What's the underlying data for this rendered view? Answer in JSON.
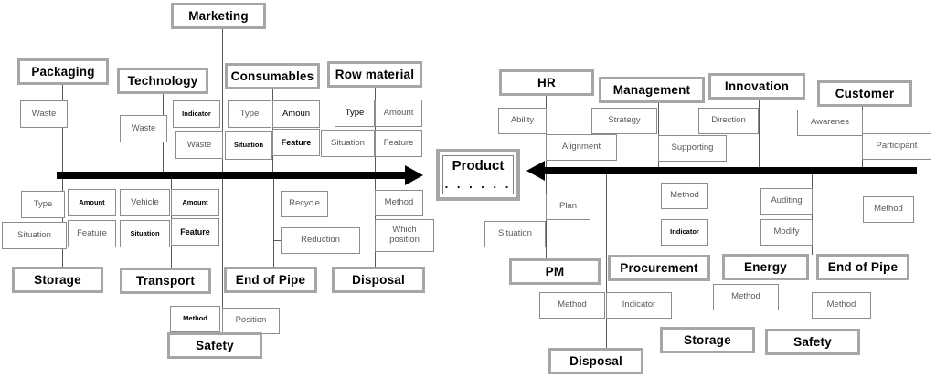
{
  "diagram": {
    "type": "fishbone-ishikawa",
    "center": {
      "title": "Product",
      "dots": ". . . . . ."
    },
    "left_half": {
      "spine_direction": "right",
      "top_categories": [
        {
          "name": "Packaging",
          "label": "Packaging",
          "subs": [
            {
              "label": "Waste"
            }
          ]
        },
        {
          "name": "Technology",
          "label": "Technology",
          "subs": [
            {
              "label": "Waste"
            }
          ]
        },
        {
          "name": "Marketing",
          "label": "Marketing",
          "subs": [
            {
              "label": "Indicator"
            },
            {
              "label": "Waste"
            }
          ]
        },
        {
          "name": "Consumables",
          "label": "Consumables",
          "subs": [
            {
              "label": "Type"
            },
            {
              "label": "Amoun"
            },
            {
              "label": "Situation"
            },
            {
              "label": "Feature"
            }
          ]
        },
        {
          "name": "Row material",
          "label": "Row material",
          "subs": [
            {
              "label": "Type"
            },
            {
              "label": "Amount"
            },
            {
              "label": "Situation"
            },
            {
              "label": "Feature"
            }
          ]
        }
      ],
      "bottom_categories": [
        {
          "name": "Storage",
          "label": "Storage",
          "subs": [
            {
              "label": "Type"
            },
            {
              "label": "Amount"
            },
            {
              "label": "Situation"
            },
            {
              "label": "Feature"
            }
          ]
        },
        {
          "name": "Transport",
          "label": "Transport",
          "subs": [
            {
              "label": "Vehicle"
            },
            {
              "label": "Amount"
            },
            {
              "label": "Situation"
            },
            {
              "label": "Feature"
            }
          ]
        },
        {
          "name": "End of Pipe",
          "label": "End of Pipe",
          "subs": [
            {
              "label": "Recycle"
            },
            {
              "label": "Reduction"
            }
          ]
        },
        {
          "name": "Disposal",
          "label": "Disposal",
          "subs": [
            {
              "label": "Method"
            },
            {
              "label": "Which position"
            }
          ]
        },
        {
          "name": "Safety",
          "label": "Safety",
          "subs": [
            {
              "label": "Method"
            },
            {
              "label": "Position"
            }
          ]
        }
      ]
    },
    "right_half": {
      "spine_direction": "left",
      "top_categories": [
        {
          "name": "HR",
          "label": "HR",
          "subs": [
            {
              "label": "Ability"
            },
            {
              "label": "Alignment"
            }
          ]
        },
        {
          "name": "Management",
          "label": "Management",
          "subs": [
            {
              "label": "Strategy"
            },
            {
              "label": "Supporting"
            }
          ]
        },
        {
          "name": "Innovation",
          "label": "Innovation",
          "subs": [
            {
              "label": "Direction"
            }
          ]
        },
        {
          "name": "Customer",
          "label": "Customer",
          "subs": [
            {
              "label": "Awarenes"
            },
            {
              "label": "Participant"
            }
          ]
        }
      ],
      "bottom_categories": [
        {
          "name": "PM",
          "label": "PM",
          "subs": [
            {
              "label": "Plan"
            },
            {
              "label": "Situation"
            }
          ]
        },
        {
          "name": "Procurement",
          "label": "Procurement",
          "subs": [
            {
              "label": "Method"
            },
            {
              "label": "Indicator"
            }
          ]
        },
        {
          "name": "Energy",
          "label": "Energy",
          "subs": [
            {
              "label": "Auditing"
            },
            {
              "label": "Modify"
            }
          ]
        },
        {
          "name": "End of Pipe",
          "label": "End of Pipe",
          "subs": [
            {
              "label": "Method"
            }
          ]
        },
        {
          "name": "Disposal",
          "label": "Disposal",
          "subs": [
            {
              "label": "Method"
            },
            {
              "label": "Indicator"
            }
          ]
        },
        {
          "name": "Storage",
          "label": "Storage",
          "subs": [
            {
              "label": "Method"
            }
          ]
        },
        {
          "name": "Safety",
          "label": "Safety",
          "subs": [
            {
              "label": "Method"
            }
          ]
        }
      ]
    },
    "colors": {
      "category_border": "#a6a6a6",
      "sub_border": "#8c8c8c",
      "spine": "#000000",
      "bone_line": "#595959",
      "text_dark": "#000000",
      "text_grey": "#595959",
      "background": "#ffffff"
    }
  }
}
